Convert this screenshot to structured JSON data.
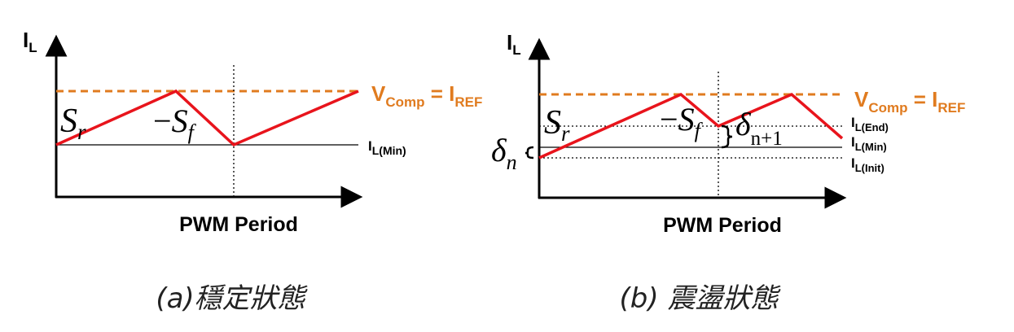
{
  "colors": {
    "ramp": "#E8141C",
    "reference": "#E07B1F",
    "axis": "#000000"
  },
  "panel_a": {
    "y_axis": {
      "base": "I",
      "sub": "L"
    },
    "x_axis": "PWM Period",
    "ref_label": {
      "v": "V",
      "v_sub": "Comp",
      "eq": " = ",
      "i": "I",
      "i_sub": "REF"
    },
    "min_label": {
      "base": "I",
      "sub": "L(Min)"
    },
    "rise_slope": {
      "base": "S",
      "sub": "r"
    },
    "fall_slope": {
      "prefix": "−",
      "base": "S",
      "sub": "f"
    },
    "caption": "(a)穩定狀態"
  },
  "panel_b": {
    "y_axis": {
      "base": "I",
      "sub": "L"
    },
    "x_axis": "PWM Period",
    "ref_label": {
      "v": "V",
      "v_sub": "Comp",
      "eq": " = ",
      "i": "I",
      "i_sub": "REF"
    },
    "end_label": {
      "base": "I",
      "sub": "L(End)"
    },
    "min_label": {
      "base": "I",
      "sub": "L(Min)"
    },
    "init_label": {
      "base": "I",
      "sub": "L(Init)"
    },
    "rise_slope": {
      "base": "S",
      "sub": "r"
    },
    "fall_slope": {
      "prefix": "−",
      "base": "S",
      "sub": "f"
    },
    "delta_n": {
      "base": "δ",
      "sub": "n"
    },
    "delta_n1": {
      "base": "δ",
      "sub": "n+1"
    },
    "caption": "(b) 震盪狀態"
  }
}
